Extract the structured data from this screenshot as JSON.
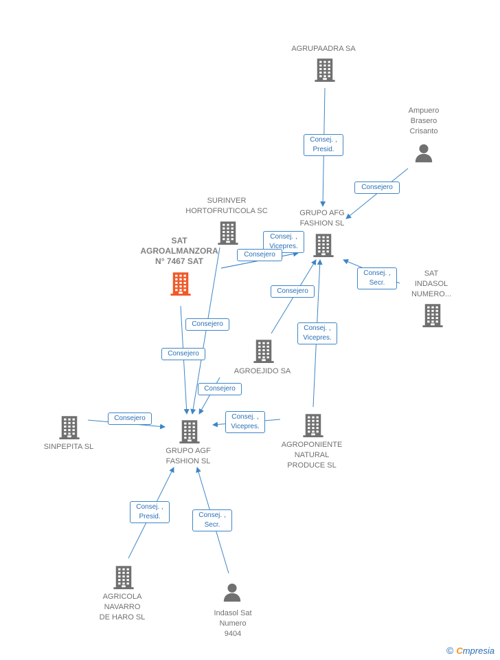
{
  "colors": {
    "company": "#707070",
    "main_company": "#f05a28",
    "person": "#707070",
    "edge": "#3d85c6",
    "label_text": "#2a6fb5"
  },
  "nodes": [
    {
      "id": "agrupaadra",
      "type": "company",
      "label": "AGRUPAADRA SA"
    },
    {
      "id": "ampuero",
      "type": "person",
      "label": "Ampuero\nBrasero\nCrisanto"
    },
    {
      "id": "surinver",
      "type": "company",
      "label": "SURINVER\nHORTOFRUTICOLA SC"
    },
    {
      "id": "grupoafg1",
      "type": "company",
      "label": "GRUPO AFG\nFASHION SL"
    },
    {
      "id": "satagro",
      "type": "main",
      "label": "SAT\nAGROALMANZORA\nN° 7467 SAT"
    },
    {
      "id": "satindasol",
      "type": "company",
      "label": "SAT\nINDASOL\nNUMERO..."
    },
    {
      "id": "agroejido",
      "type": "company",
      "label": "AGROEJIDO SA"
    },
    {
      "id": "sinpepita",
      "type": "company",
      "label": "SINPEPITA  SL"
    },
    {
      "id": "grupoafg2",
      "type": "company",
      "label": "GRUPO AGF\nFASHION  SL"
    },
    {
      "id": "agroponiente",
      "type": "company",
      "label": "AGROPONIENTE\nNATURAL\nPRODUCE SL"
    },
    {
      "id": "agricola",
      "type": "company",
      "label": "AGRICOLA\nNAVARRO\nDE HARO SL"
    },
    {
      "id": "indasolsat",
      "type": "person",
      "label": "Indasol Sat\nNumero\n9404"
    }
  ],
  "relations": [
    {
      "from": "agrupaadra",
      "to": "grupoafg1",
      "label": "Consej. ,\nPresid."
    },
    {
      "from": "ampuero",
      "to": "grupoafg1",
      "label": "Consejero"
    },
    {
      "from": "satagro",
      "to": "grupoafg1",
      "label": "Consej. ,\nVicepres."
    },
    {
      "from": "satagro",
      "to": "grupoafg1",
      "label": "Consejero"
    },
    {
      "from": "satindasol",
      "to": "grupoafg1",
      "label": "Consej. ,\nSecr."
    },
    {
      "from": "agroejido",
      "to": "grupoafg1",
      "label": "Consejero"
    },
    {
      "from": "agroponiente",
      "to": "grupoafg1",
      "label": "Consej. ,\nVicepres."
    },
    {
      "from": "surinver",
      "to": "grupoafg2",
      "label": "Consejero"
    },
    {
      "from": "satagro",
      "to": "grupoafg2",
      "label": "Consejero"
    },
    {
      "from": "agroejido",
      "to": "grupoafg2",
      "label": "Consejero"
    },
    {
      "from": "sinpepita",
      "to": "grupoafg2",
      "label": "Consejero"
    },
    {
      "from": "agroponiente",
      "to": "grupoafg2",
      "label": "Consej. ,\nVicepres."
    },
    {
      "from": "agricola",
      "to": "grupoafg2",
      "label": "Consej. ,\nPresid."
    },
    {
      "from": "indasolsat",
      "to": "grupoafg2",
      "label": "Consej. ,\nSecr."
    }
  ],
  "brand": {
    "copyright": "©",
    "first": "C",
    "rest": "mpresia"
  }
}
